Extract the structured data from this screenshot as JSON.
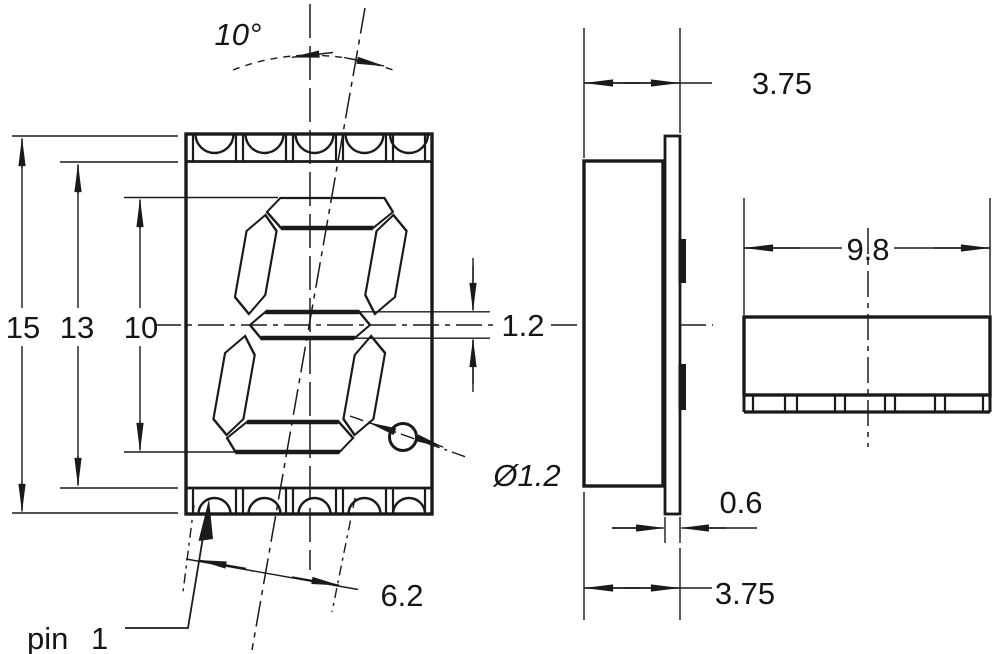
{
  "drawing": {
    "angle_label": "10°",
    "front_view": {
      "dim_overall_height": "15",
      "dim_body_height": "13",
      "dim_digit_height": "10",
      "dim_middle_segment_thickness": "1.2",
      "dim_decimal_point_diameter": "Ø1.2",
      "dim_digit_width": "6.2",
      "pin_label": "pin 1"
    },
    "side_view": {
      "dim_depth_top": "3.75",
      "dim_substrate_thickness": "0.6",
      "dim_depth_bottom": "3.75"
    },
    "top_view": {
      "dim_package_width": "9.8"
    }
  }
}
